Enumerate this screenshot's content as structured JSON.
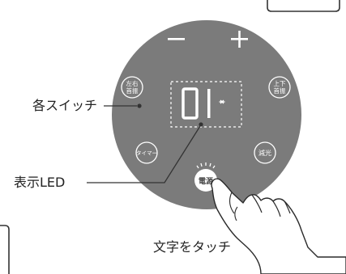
{
  "panel": {
    "minus_symbol": "−",
    "plus_symbol": "+",
    "btn_left_right_swing": {
      "line1": "左右",
      "line2": "首振"
    },
    "btn_up_down_swing": {
      "line1": "上下",
      "line2": "首振"
    },
    "btn_timer": "タイマー",
    "btn_dimmer": "減光",
    "btn_power": "電源",
    "display_value": "01",
    "display_mode_icon": "fan-icon"
  },
  "callouts": {
    "switches": "各スイッチ",
    "led": "表示LED",
    "touch": "文字をタッチ"
  },
  "colors": {
    "panel_fill": "#7b7b7b",
    "panel_text": "#ffffff",
    "outline": "#333333",
    "background": "#ffffff"
  }
}
